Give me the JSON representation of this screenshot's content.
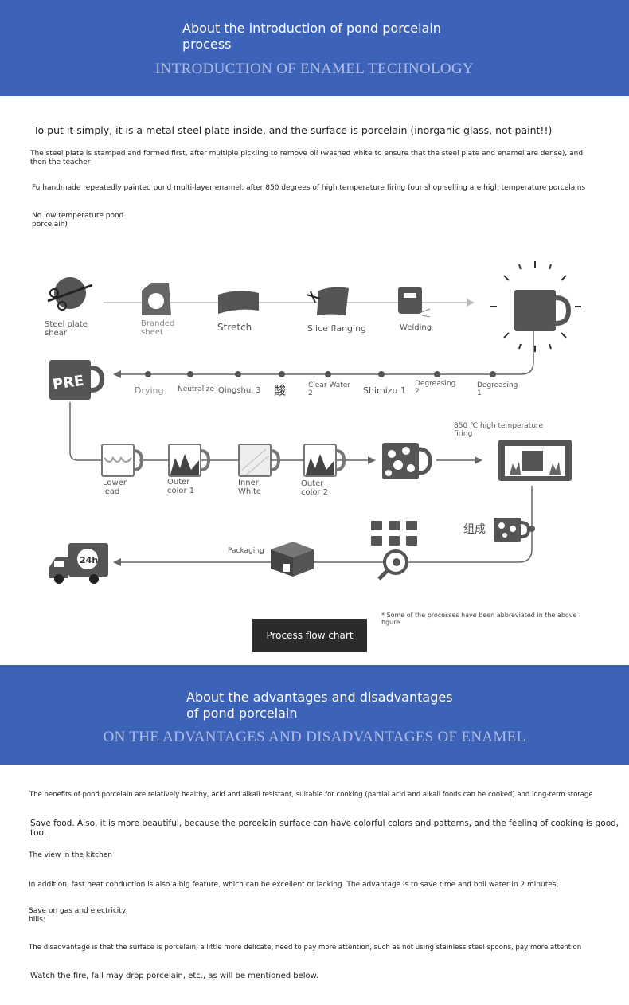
{
  "header1": {
    "title_line1": "About the introduction of pond porcelain",
    "title_line2": "process",
    "subtitle": "INTRODUCTION OF ENAMEL TECHNOLOGY"
  },
  "intro": {
    "p1": "To put it simply, it is a metal steel plate inside, and the surface is porcelain (inorganic glass, not paint!!)",
    "p2_line1": "The steel plate is stamped and formed first, after multiple pickling to remove oil (washed white to ensure that the steel plate and enamel are dense), and",
    "p2_line2": "then the teacher",
    "p3": "Fu handmade repeatedly painted pond multi-layer enamel, after 850 degrees of high temperature firing (our shop selling are high temperature porcelains",
    "p4_line1": "No low temperature pond",
    "p4_line2": "porcelain)"
  },
  "flow": {
    "row1": [
      {
        "line1": "Steel plate",
        "line2": "shear"
      },
      {
        "line1": "Branded",
        "line2": "sheet"
      },
      {
        "line1": "Stretch"
      },
      {
        "line1": "Slice flanging"
      },
      {
        "line1": "Welding"
      }
    ],
    "pre_label": "PRE",
    "row2": [
      {
        "line1": "Drying"
      },
      {
        "line1": "Neutralize"
      },
      {
        "line1": "Qingshui 3"
      },
      {
        "line1": "酸"
      },
      {
        "line1": "Clear Water",
        "line2": "2"
      },
      {
        "line1": "Shimizu 1"
      },
      {
        "line1": "Degreasing",
        "line2": "2"
      },
      {
        "line1": "Degreasing",
        "line2": "1"
      }
    ],
    "row3": [
      {
        "line1": "Lower",
        "line2": "lead"
      },
      {
        "line1": "Outer",
        "line2": "color 1"
      },
      {
        "line1": "Inner",
        "line2": "White"
      },
      {
        "line1": "Outer",
        "line2": "color 2"
      }
    ],
    "firing_line1": "850 ℃ high temperature",
    "firing_line2": "firing",
    "assemble": "组成",
    "packaging": "Packaging",
    "truck_label": "24h",
    "note_line1": "* Some of the processes have been abbreviated in the above",
    "note_line2": "figure.",
    "button": "Process flow chart"
  },
  "header2": {
    "title_line1": "About the advantages and disadvantages",
    "title_line2": "of pond porcelain",
    "subtitle": "ON THE ADVANTAGES AND DISADVANTAGES OF ENAMEL"
  },
  "advantages": {
    "l1": "The benefits of pond porcelain are relatively healthy, acid and alkali resistant, suitable for cooking (partial acid and alkali foods can be cooked) and long-term storage",
    "l2": "Save food. Also, it is more beautiful, because the porcelain surface can have colorful colors and patterns, and the feeling of cooking is good, too.",
    "l3": "The view in the kitchen",
    "l4": "In addition, fast heat conduction is also a big feature, which can be excellent or lacking. The advantage is to save time and boil water in 2 minutes,",
    "l5_line1": "Save on gas and electricity",
    "l5_line2": "bills;",
    "l6": "The disadvantage is that the surface is porcelain, a little more delicate, need to pay more attention, such as not using stainless steel spoons, pay more attention",
    "l7": "Watch the fire, fall may drop porcelain, etc., as will be mentioned below."
  },
  "colors": {
    "band": "#3d63b8",
    "subtitle": "#aebde6",
    "line": "#555555",
    "dark": "#2b2b2b"
  }
}
